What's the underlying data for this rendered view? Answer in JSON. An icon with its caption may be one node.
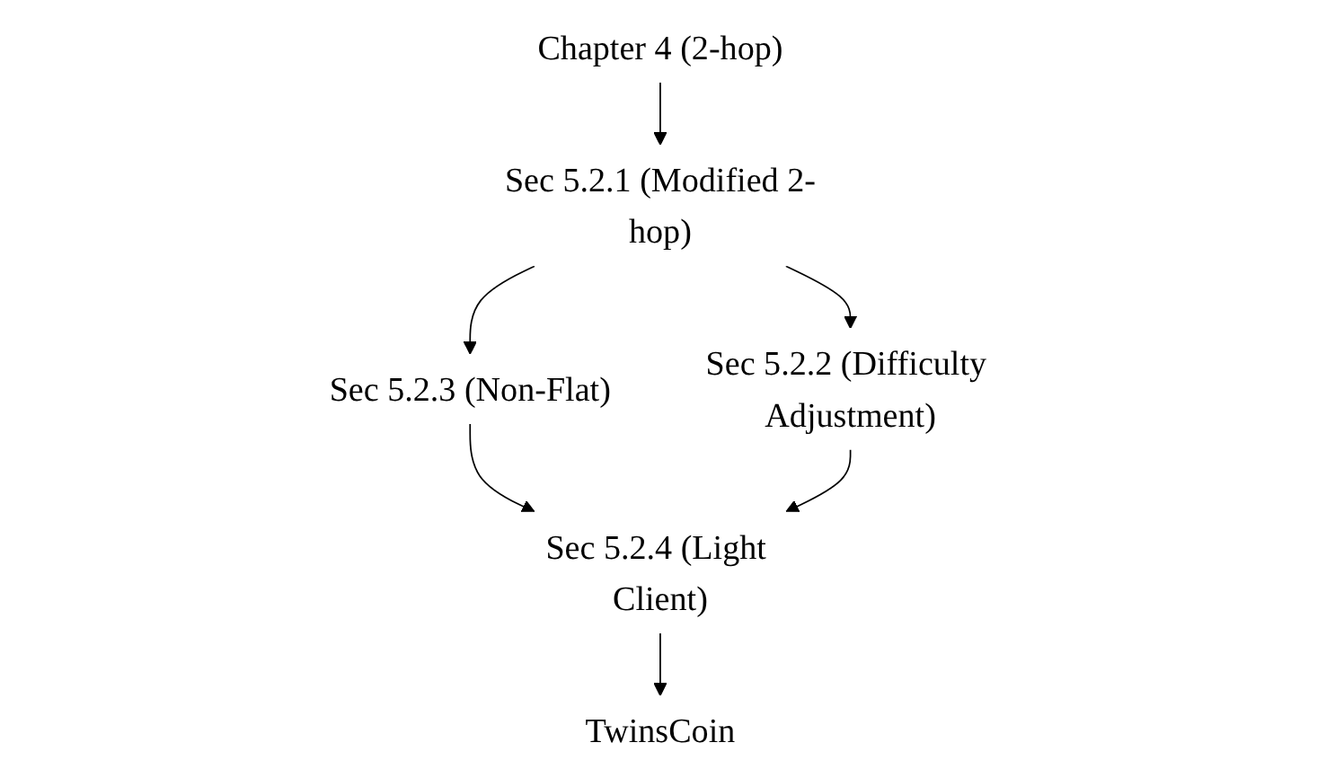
{
  "diagram": {
    "nodes": [
      {
        "text": [
          "Chapter 4 (2-hop)"
        ]
      },
      {
        "text": [
          "Sec 5.2.1 (Modified 2-hop)"
        ]
      },
      {
        "text": [
          "Sec 5.2.3 (Non-Flat)"
        ]
      },
      {
        "text": [
          "Sec 5.2.2 (Difficulty Adjustment)"
        ]
      },
      {
        "text": [
          "Sec 5.2.4 (Light Client)"
        ]
      },
      {
        "text": [
          "TwinsCoin"
        ]
      }
    ],
    "edges": [
      {
        "from": 0,
        "to": 1,
        "arrow": "to"
      },
      {
        "from": 1,
        "to": 2,
        "arrow": "to"
      },
      {
        "from": 1,
        "to": 3,
        "arrow": "to"
      },
      {
        "from": 2,
        "to": 4,
        "arrow": "to"
      },
      {
        "from": 3,
        "to": 4,
        "arrow": "to"
      },
      {
        "from": 4,
        "to": 5,
        "arrow": "to"
      }
    ]
  }
}
